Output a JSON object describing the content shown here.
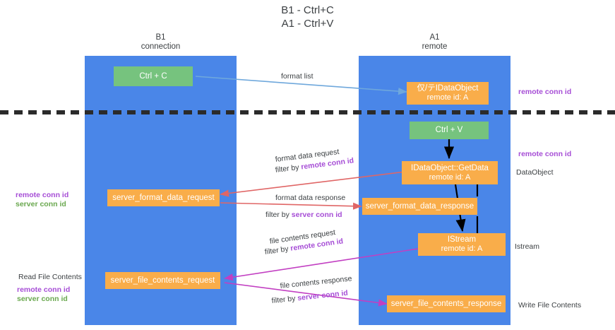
{
  "title": "B1 - Ctrl+C\nA1 - Ctrl+V",
  "columns": [
    {
      "name": "b1",
      "title": "B1\nconnection"
    },
    {
      "name": "a1",
      "title": "A1\nremote"
    }
  ],
  "colors": {
    "lane": "#4a86e8",
    "green_box": "#76c37e",
    "orange_box": "#f9ad4a",
    "remote_conn_id": "#a64dd6",
    "server_conn_id": "#6aa84f",
    "text": "#3c4043",
    "arrow_blue": "#6fa8dc",
    "arrow_black": "#000000",
    "arrow_red": "#e06666",
    "arrow_magenta": "#c23fc2"
  },
  "nodes": [
    {
      "id": "ctrl-c",
      "line1": "Ctrl + C",
      "line2": "",
      "style": "green"
    },
    {
      "id": "idataobject",
      "line1": "仅/テIDataObject",
      "line2": "remote id: A",
      "style": "orange"
    },
    {
      "id": "ctrl-v",
      "line1": "Ctrl + V",
      "line2": "",
      "style": "green"
    },
    {
      "id": "getdata",
      "line1": "IDataObject::GetData",
      "line2": "remote id: A",
      "style": "orange"
    },
    {
      "id": "format-data-request",
      "line1": "server_format_data_request",
      "line2": "",
      "style": "orange"
    },
    {
      "id": "format-data-response",
      "line1": "server_format_data_response",
      "line2": "",
      "style": "orange"
    },
    {
      "id": "istream",
      "line1": "IStream",
      "line2": "remote id: A",
      "style": "orange"
    },
    {
      "id": "file-contents-request",
      "line1": "server_file_contents_request",
      "line2": "",
      "style": "orange"
    },
    {
      "id": "file-contents-response",
      "line1": "server_file_contents_response",
      "line2": "",
      "style": "orange"
    }
  ],
  "edge_labels": {
    "format_list": "format list",
    "format_data_request": "format data request",
    "format_data_request_filter_prefix": "filter by ",
    "format_data_request_filter_key": "remote conn id",
    "format_data_response": "format data response",
    "format_data_response_filter_prefix": "filter by ",
    "format_data_response_filter_key": "server conn id",
    "file_contents_request": "file contents request",
    "file_contents_request_filter_prefix": "filter by ",
    "file_contents_request_filter_key": "remote conn id",
    "file_contents_response": "file contents response",
    "file_contents_response_filter_prefix": "filter by ",
    "file_contents_response_filter_key": "server conn id"
  },
  "annotations": {
    "right_top_remote_conn_id": "remote conn id",
    "right_mid_remote_conn_id": "remote conn id",
    "right_dataobject": "DataObject",
    "right_istream": "Istream",
    "right_write_file_contents": "Write File Contents",
    "left_remote_conn_id": "remote conn id",
    "left_server_conn_id": "server conn id",
    "left_read_file_contents": "Read File Contents",
    "left_bottom_remote_conn_id": "remote conn id",
    "left_bottom_server_conn_id": "server conn id"
  }
}
